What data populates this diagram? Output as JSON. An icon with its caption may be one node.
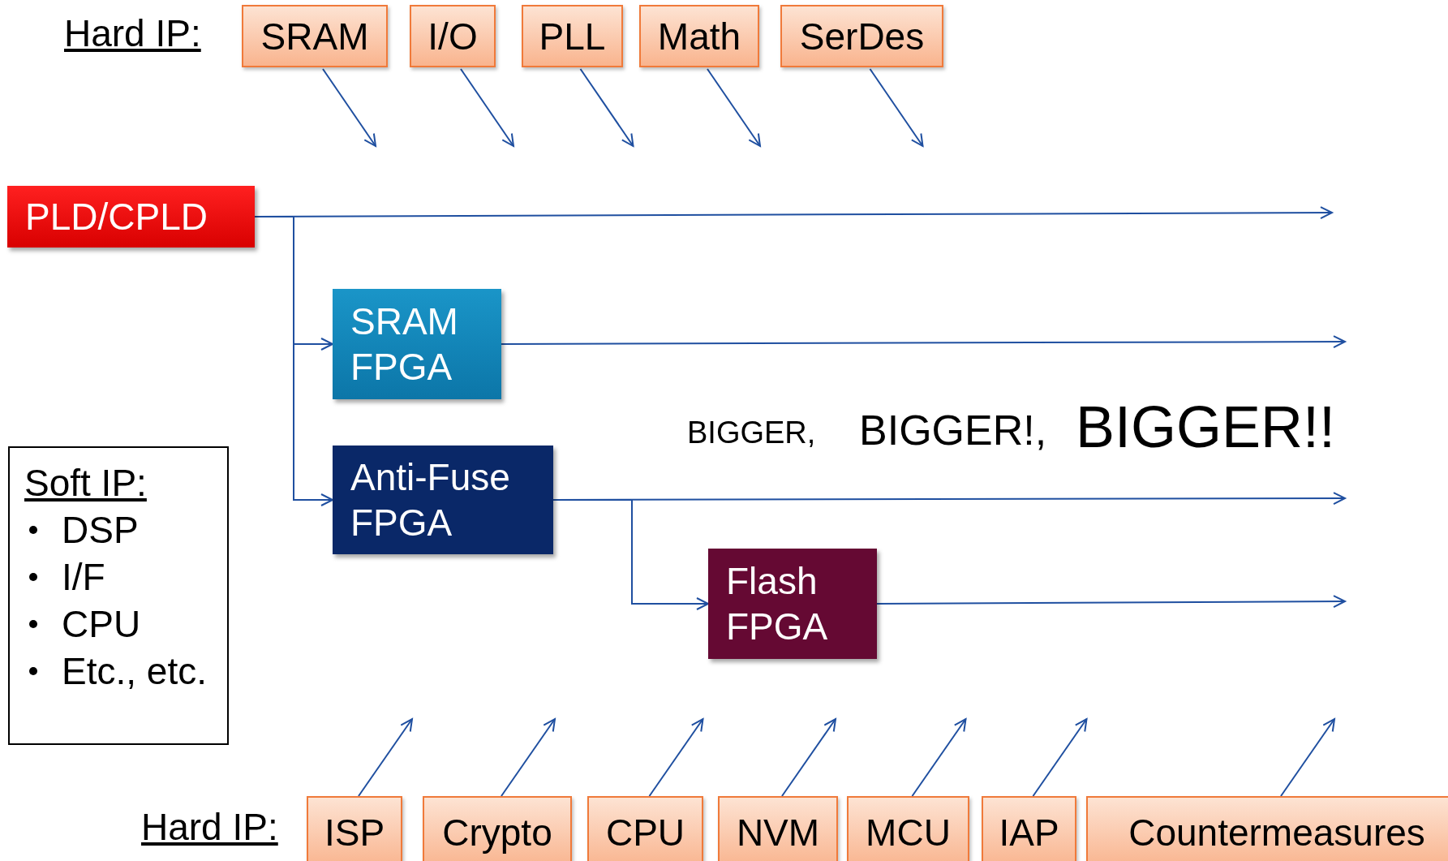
{
  "diagram": {
    "nodes": [
      {
        "text": [
          "SRAM"
        ]
      },
      {
        "text": [
          "I/O"
        ]
      },
      {
        "text": [
          "PLL"
        ]
      },
      {
        "text": [
          "Math"
        ]
      },
      {
        "text": [
          "SerDes"
        ]
      },
      {
        "text": [
          "PLD/CPLD"
        ]
      },
      {
        "text": [
          "SRAM FPGA"
        ]
      },
      {
        "text": [
          "Anti-Fuse FPGA"
        ]
      },
      {
        "text": [
          "Flash FPGA"
        ]
      },
      {
        "text": [
          "Soft IP:",
          "DSP",
          "I/F",
          "CPU",
          "Etc., etc."
        ]
      },
      {
        "text": [
          "ISP"
        ]
      },
      {
        "text": [
          "Crypto"
        ]
      },
      {
        "text": [
          "CPU"
        ]
      },
      {
        "text": [
          "NVM"
        ]
      },
      {
        "text": [
          "MCU"
        ]
      },
      {
        "text": [
          "IAP"
        ]
      },
      {
        "text": [
          "Countermeasures"
        ]
      }
    ],
    "edges": [
      {
        "from": 0,
        "to": null,
        "arrow": "to"
      },
      {
        "from": 1,
        "to": null,
        "arrow": "to"
      },
      {
        "from": 2,
        "to": null,
        "arrow": "to"
      },
      {
        "from": 3,
        "to": null,
        "arrow": "to"
      },
      {
        "from": 4,
        "to": null,
        "arrow": "to"
      },
      {
        "from": 5,
        "to": null,
        "arrow": "to"
      },
      {
        "from": 5,
        "to": 6,
        "arrow": "to"
      },
      {
        "from": 5,
        "to": 7,
        "arrow": "to"
      },
      {
        "from": 6,
        "to": null,
        "arrow": "to"
      },
      {
        "from": 7,
        "to": null,
        "arrow": "to"
      },
      {
        "from": 7,
        "to": 8,
        "arrow": "to"
      },
      {
        "from": 8,
        "to": null,
        "arrow": "to"
      },
      {
        "from": 10,
        "to": null,
        "arrow": "to"
      },
      {
        "from": 11,
        "to": null,
        "arrow": "to"
      },
      {
        "from": 12,
        "to": null,
        "arrow": "to"
      },
      {
        "from": 13,
        "to": null,
        "arrow": "to"
      },
      {
        "from": 14,
        "to": null,
        "arrow": "to"
      },
      {
        "from": 15,
        "to": null,
        "arrow": "to"
      },
      {
        "from": 16,
        "to": null,
        "arrow": "to"
      }
    ],
    "labels": [
      "Hard IP:",
      "BIGGER,",
      "BIGGER!,",
      "BIGGER!!",
      "Hard IP:"
    ]
  }
}
